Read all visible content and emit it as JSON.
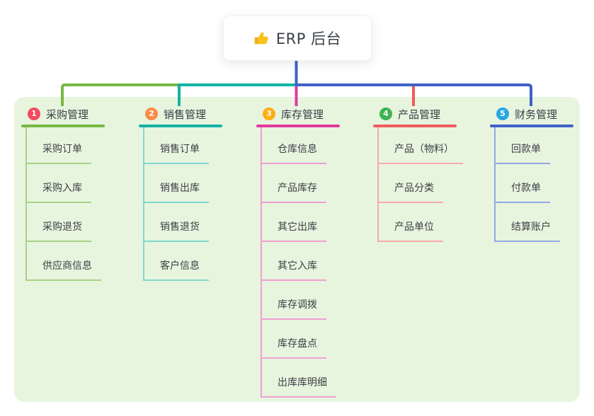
{
  "root": {
    "title": "ERP 后台",
    "icon": "thumbs-up-icon",
    "icon_color": "#fcc21c",
    "connector_color": "#3f62c8"
  },
  "panel_color": "#e7f5df",
  "branches": [
    {
      "badge": "1",
      "label": "采购管理",
      "badge_color": "#f5495f",
      "line_color": "#77b843",
      "light_line_color": "#a9d287",
      "items": [
        "采购订单",
        "采购入库",
        "采购退货",
        "供应商信息"
      ]
    },
    {
      "badge": "2",
      "label": "销售管理",
      "badge_color": "#fb8c47",
      "line_color": "#14b3a5",
      "light_line_color": "#82d8cd",
      "items": [
        "销售订单",
        "销售出库",
        "销售退货",
        "客户信息"
      ]
    },
    {
      "badge": "3",
      "label": "库存管理",
      "badge_color": "#ffac12",
      "line_color": "#e2399e",
      "light_line_color": "#f19fcf",
      "items": [
        "仓库信息",
        "产品库存",
        "其它出库",
        "其它入库",
        "库存调拨",
        "库存盘点",
        "出库库明细"
      ]
    },
    {
      "badge": "4",
      "label": "产品管理",
      "badge_color": "#3db351",
      "line_color": "#f15b5d",
      "light_line_color": "#f8a9aa",
      "items": [
        "产品（物料）",
        "产品分类",
        "产品单位"
      ]
    },
    {
      "badge": "5",
      "label": "财务管理",
      "badge_color": "#2aa7e2",
      "line_color": "#3f62c8",
      "light_line_color": "#92a9e4",
      "items": [
        "回款单",
        "付款单",
        "结算账户"
      ]
    }
  ]
}
